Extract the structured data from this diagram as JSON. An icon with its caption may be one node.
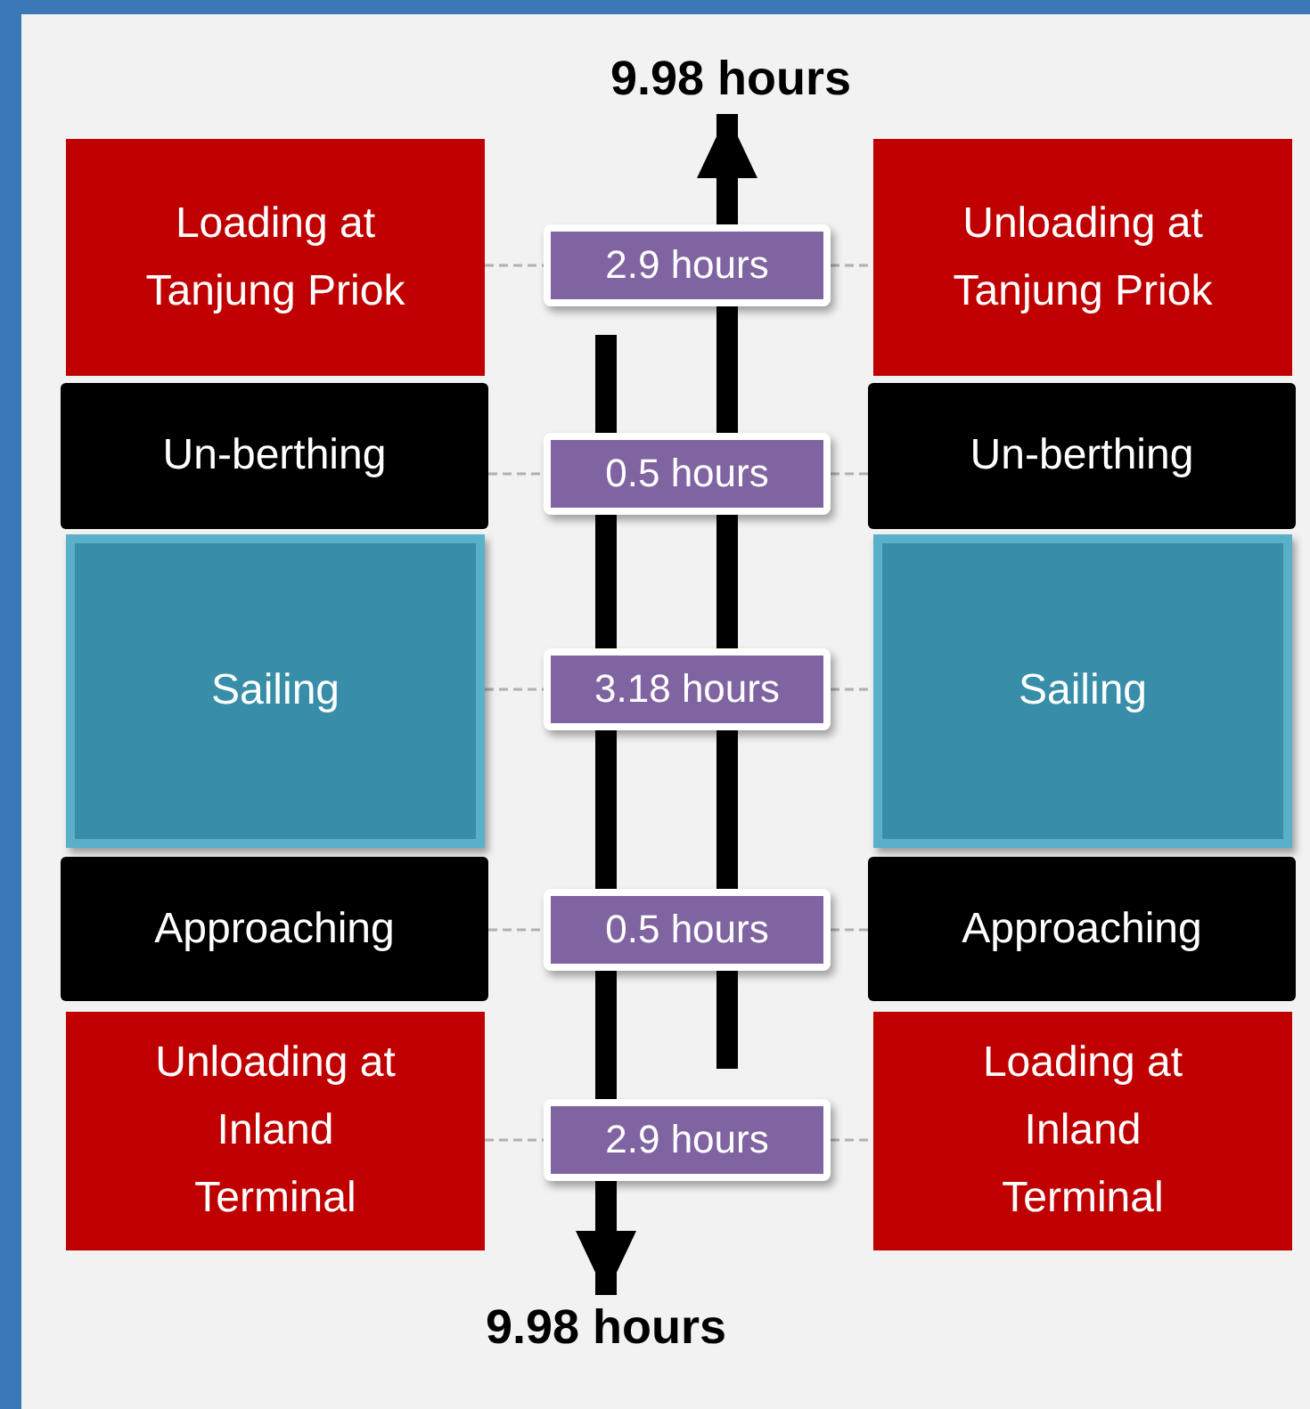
{
  "diagram": {
    "nodes": [
      {
        "text": [
          "9.98 hours"
        ]
      },
      {
        "text": [
          "Loading at Tanjung Priok"
        ]
      },
      {
        "text": [
          "2.9 hours"
        ]
      },
      {
        "text": [
          "Unloading at Tanjung Priok"
        ]
      },
      {
        "text": [
          "Un-berthing"
        ]
      },
      {
        "text": [
          "0.5 hours"
        ]
      },
      {
        "text": [
          "Un-berthing"
        ]
      },
      {
        "text": [
          "Sailing"
        ]
      },
      {
        "text": [
          "3.18 hours"
        ]
      },
      {
        "text": [
          "Sailing"
        ]
      },
      {
        "text": [
          "Approaching"
        ]
      },
      {
        "text": [
          "0.5 hours"
        ]
      },
      {
        "text": [
          "Approaching"
        ]
      },
      {
        "text": [
          "Unloading at Inland Terminal"
        ]
      },
      {
        "text": [
          "2.9 hours"
        ]
      },
      {
        "text": [
          "Loading at Inland Terminal"
        ]
      },
      {
        "text": [
          "9.98 hours"
        ]
      }
    ],
    "edges": [
      {
        "from": 1,
        "to": 2,
        "arrow": "none",
        "style": "dashed"
      },
      {
        "from": 2,
        "to": 3,
        "arrow": "none",
        "style": "dashed"
      },
      {
        "from": 4,
        "to": 5,
        "arrow": "none",
        "style": "dashed"
      },
      {
        "from": 5,
        "to": 6,
        "arrow": "none",
        "style": "dashed"
      },
      {
        "from": 7,
        "to": 8,
        "arrow": "none",
        "style": "dashed"
      },
      {
        "from": 8,
        "to": 9,
        "arrow": "none",
        "style": "dashed"
      },
      {
        "from": 10,
        "to": 11,
        "arrow": "none",
        "style": "dashed"
      },
      {
        "from": 11,
        "to": 12,
        "arrow": "none",
        "style": "dashed"
      },
      {
        "from": 13,
        "to": 14,
        "arrow": "none",
        "style": "dashed"
      },
      {
        "from": 14,
        "to": 15,
        "arrow": "none",
        "style": "dashed"
      },
      {
        "from": null,
        "to": 0,
        "arrow": "to",
        "style": "thick",
        "color": "#000000"
      },
      {
        "from": null,
        "to": 16,
        "arrow": "to",
        "style": "thick",
        "color": "#000000"
      }
    ]
  }
}
